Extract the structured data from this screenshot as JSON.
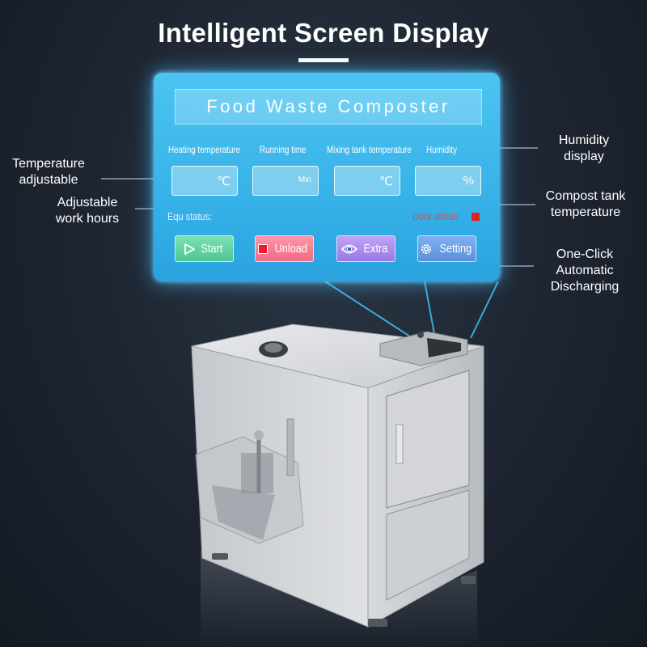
{
  "header": {
    "title": "Intelligent Screen Display"
  },
  "screen": {
    "title": "Food Waste Composter",
    "fields": [
      {
        "label": "Heating temperature",
        "unit": "℃"
      },
      {
        "label": "Running time",
        "unit": "Min"
      },
      {
        "label": "Mixing tank temperature",
        "unit": "℃"
      },
      {
        "label": "Humidity",
        "unit": "%"
      }
    ],
    "equ_status": "Equ status:",
    "door_status": "Door status",
    "buttons": {
      "start": "Start",
      "unload": "Unload",
      "extra": "Extra",
      "setting": "Setting"
    },
    "colors": {
      "screen": "#3ab5ea",
      "start": "#5ccf9f",
      "unload": "#f37a90",
      "extra": "#a888ea",
      "setting": "#6a9de3",
      "door_indicator": "#e02020"
    }
  },
  "callouts": {
    "temperature": [
      "Temperature",
      "adjustable"
    ],
    "work_hours": [
      "Adjustable",
      "work hours"
    ],
    "humidity": [
      "Humidity",
      "display"
    ],
    "compost": [
      "Compost tank",
      "temperature"
    ],
    "discharge": [
      "One-Click",
      "Automatic",
      "Discharging"
    ]
  }
}
